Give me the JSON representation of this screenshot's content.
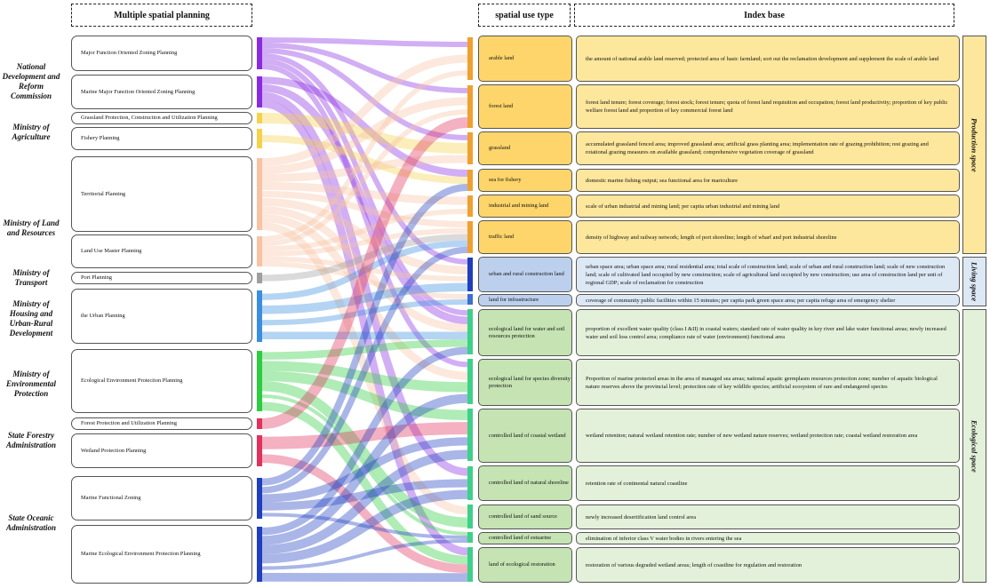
{
  "headers": {
    "left": "Multiple spatial planning",
    "mid": "spatial use type",
    "right": "Index base"
  },
  "colors": {
    "ndrc": "#8a2be2",
    "agri": "#f0c23b",
    "land": "#f7c3a3",
    "transport": "#9e9e9e",
    "housing": "#3a8ee0",
    "env": "#2ecc40",
    "forestry": "#e0325c",
    "ocean": "#1f3fbf",
    "prod": "#f0a030",
    "living": "#1f3fbf",
    "eco": "#3fd08a"
  },
  "ministries": [
    {
      "id": "ndrc",
      "label": "National Development and Reform Commission"
    },
    {
      "id": "agri",
      "label": "Ministry of Agriculture"
    },
    {
      "id": "land",
      "label": "Ministry of Land and Resources"
    },
    {
      "id": "transport",
      "label": "Ministry of Transport"
    },
    {
      "id": "housing",
      "label": "Ministry of Housing and Urban-Rural Development"
    },
    {
      "id": "env",
      "label": "Ministry of Environmental Protection"
    },
    {
      "id": "forestry",
      "label": "State Forestry Administration"
    },
    {
      "id": "ocean",
      "label": "State Oceanic Administration"
    }
  ],
  "plans": [
    {
      "label": "Major Function Oriented Zoning Planning",
      "fill": "#ddb8f5",
      "bar": "#8a2be2"
    },
    {
      "label": "Marine Major Function Oriented Zoning Planning",
      "fill": "#ddb8f5",
      "bar": "#8a2be2"
    },
    {
      "label": "Grassland Protection, Construction and Utilization Planning",
      "fill": "#fdf0c0",
      "bar": "#f5d24a"
    },
    {
      "label": "Fishery Planning",
      "fill": "#fdf0c0",
      "bar": "#f5d24a"
    },
    {
      "label": "Territorial Planning",
      "fill": "#fde6d8",
      "bar": "#f7c3a3"
    },
    {
      "label": "Land Use Master Planning",
      "fill": "#fde6d8",
      "bar": "#f7c3a3"
    },
    {
      "label": "Port Planning",
      "fill": "#e6e6e6",
      "bar": "#9e9e9e"
    },
    {
      "label": "the Urban Planning",
      "fill": "#bcd9f7",
      "bar": "#3a8ee0"
    },
    {
      "label": "Ecological Environment Protection Planning",
      "fill": "#c4efc7",
      "bar": "#2ecc40"
    },
    {
      "label": "Forest Protection and Utilization Planning",
      "fill": "#f5bccb",
      "bar": "#e0325c"
    },
    {
      "label": "Wetland Protection Planning",
      "fill": "#f5bccb",
      "bar": "#e0325c"
    },
    {
      "label": "Marine Functional Zoning",
      "fill": "#b9c1f0",
      "bar": "#1f3fbf"
    },
    {
      "label": "Marine Ecological Environment Protection Planning",
      "fill": "#b9c1f0",
      "bar": "#1f3fbf"
    }
  ],
  "uses": [
    {
      "label": "arable land",
      "index": "the amount of national arable land reserved; protected area of basic farmland; sort out the reclamation development and supplement the scale of arable land",
      "group": "prod"
    },
    {
      "label": "forest land",
      "index": "forest land tenure; forest coverage; forest stock; forest tenure; quota of forest land requisition and occupation; forest land productivity; proportion of key public welfare forest land and proportion of key commercial forest land",
      "group": "prod"
    },
    {
      "label": "grassland",
      "index": "accumulated grassland fenced area; improved grassland area; artificial grass planting area; implementation rate of grazing prohibition; rest grazing and rotational grazing measures on available grassland; comprehensive vegetation coverage of grassland",
      "group": "prod"
    },
    {
      "label": "sea for fishery",
      "index": "domestic marine fishing output; sea functional area for mariculture",
      "group": "prod"
    },
    {
      "label": "industrial and mining land",
      "index": "scale of urban industrial and mining land; per capita urban industrial and mining land",
      "group": "prod"
    },
    {
      "label": "traffic land",
      "index": "density of highway and railway network; length of port shoreline; length of wharf and port industrial shoreline",
      "group": "prod"
    },
    {
      "label": "urban and rural construction land",
      "index": "urban space area; urban space area; rural residential area; total scale of construction land; scale of urban and rural construction land; scale of new construction land; scale of cultivated land occupied by new construction; scale of agricultural land occupied by new construction; use area of construction land per unit of regional GDP; scale of reclamation for construction",
      "group": "living"
    },
    {
      "label": "land for infrastructure",
      "index": "coverage of community public facilities within 15 minutes; per capita park green space area; per capita refuge area of emergency shelter",
      "group": "living"
    },
    {
      "label": "ecological land for water and soil resources protection",
      "index": "proportion of excellent water quality (class I &II) in coastal waters; standard rate of water quality in key river and lake water functional areas; newly increased water and soil loss control area; compliance rate of water (environment) functional area",
      "group": "eco"
    },
    {
      "label": "ecological land for species diversity protection",
      "index": "Proportion of marine protected areas in the area of managed sea areas; national aquatic germplasm resources protection zone; number of aquatic biological nature reserves above the provincial level; protection rate of key wildlife species; artificial ecosystem of rare and endangered species",
      "group": "eco"
    },
    {
      "label": "controlled land of coastal wetland",
      "index": "wetland retention; natural wetland retention rate; number of new wetland nature reserves; wetland protection rate; coastal wetland restoration area",
      "group": "eco"
    },
    {
      "label": "controlled land of natural shoreline",
      "index": "retention rate of continental natural coastline",
      "group": "eco"
    },
    {
      "label": "controlled land of sand source",
      "index": "newly increased desertification land control area",
      "group": "eco"
    },
    {
      "label": "controlled land of estuarine",
      "index": "elimination of inferior class V water bodies in rivers entering the sea",
      "group": "eco"
    },
    {
      "label": "land of ecological restoration",
      "index": "restoration of various degraded wetland areas; length of coastline for regulation and restoration",
      "group": "eco"
    }
  ],
  "spaces": [
    {
      "id": "prod",
      "label": "Production space",
      "fill": "#fde79c"
    },
    {
      "id": "living",
      "label": "Living space",
      "fill": "#dde8f5"
    },
    {
      "id": "eco",
      "label": "Ecological space",
      "fill": "#e4f1da"
    }
  ],
  "links": [
    [
      0,
      0
    ],
    [
      0,
      1
    ],
    [
      0,
      2
    ],
    [
      0,
      6
    ],
    [
      0,
      8
    ],
    [
      0,
      9
    ],
    [
      1,
      3
    ],
    [
      1,
      8
    ],
    [
      1,
      11
    ],
    [
      1,
      14
    ],
    [
      2,
      2
    ],
    [
      3,
      3
    ],
    [
      4,
      0
    ],
    [
      4,
      1
    ],
    [
      4,
      2
    ],
    [
      4,
      4
    ],
    [
      4,
      5
    ],
    [
      4,
      6
    ],
    [
      4,
      8
    ],
    [
      4,
      9
    ],
    [
      4,
      12
    ],
    [
      5,
      0
    ],
    [
      5,
      1
    ],
    [
      5,
      4
    ],
    [
      5,
      5
    ],
    [
      5,
      6
    ],
    [
      5,
      7
    ],
    [
      6,
      5
    ],
    [
      7,
      6
    ],
    [
      7,
      7
    ],
    [
      7,
      5
    ],
    [
      7,
      8
    ],
    [
      8,
      8
    ],
    [
      8,
      9
    ],
    [
      8,
      10
    ],
    [
      8,
      12
    ],
    [
      8,
      13
    ],
    [
      8,
      14
    ],
    [
      9,
      1
    ],
    [
      10,
      10
    ],
    [
      10,
      14
    ],
    [
      11,
      3
    ],
    [
      11,
      5
    ],
    [
      11,
      10
    ],
    [
      11,
      11
    ],
    [
      11,
      13
    ],
    [
      12,
      8
    ],
    [
      12,
      9
    ],
    [
      12,
      10
    ],
    [
      12,
      11
    ],
    [
      12,
      13
    ],
    [
      12,
      14
    ]
  ]
}
